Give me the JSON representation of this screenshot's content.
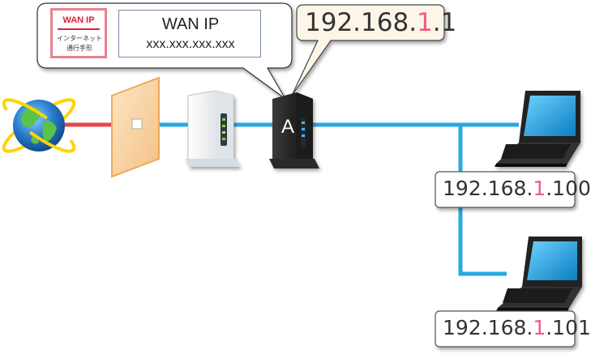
{
  "wan_card": {
    "title": "WAN IP",
    "sub_line1": "インターネット",
    "sub_line2": "通行手形"
  },
  "wan_info": {
    "label": "WAN IP",
    "value": "xxx.xxx.xxx.xxx"
  },
  "router": {
    "letter": "A",
    "ip": {
      "prefix": "192.168.",
      "subnet": "1",
      "host": ".1"
    }
  },
  "laptop1": {
    "ip": {
      "prefix": "192.168.",
      "subnet": "1",
      "host": ".100"
    }
  },
  "laptop2": {
    "ip": {
      "prefix": "192.168.",
      "subnet": "1",
      "host": ".101"
    }
  },
  "colors": {
    "wan_line": "#e8484a",
    "lan_line": "#2aa9e0",
    "highlight_digit": "#f05a88",
    "card_border": "#e8828f"
  }
}
